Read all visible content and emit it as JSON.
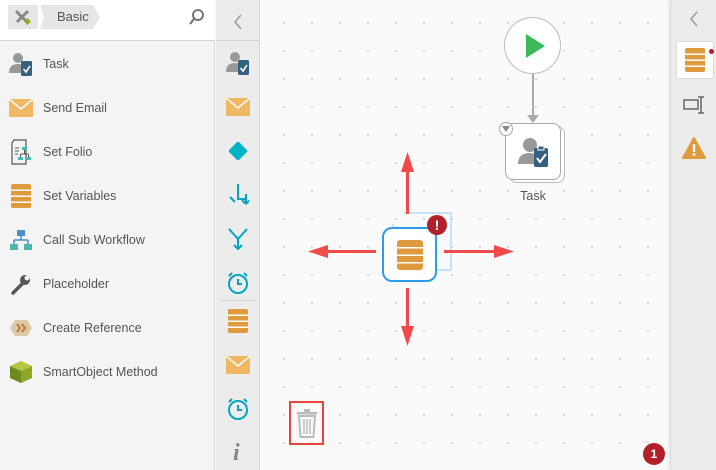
{
  "toolbox": {
    "category": "Basic",
    "items": [
      {
        "label": "Task",
        "icon": "task-icon"
      },
      {
        "label": "Send Email",
        "icon": "email-icon"
      },
      {
        "label": "Set Folio",
        "icon": "set-folio-icon"
      },
      {
        "label": "Set Variables",
        "icon": "set-variables-icon"
      },
      {
        "label": "Call Sub Workflow",
        "icon": "sub-workflow-icon"
      },
      {
        "label": "Placeholder",
        "icon": "wrench-icon"
      },
      {
        "label": "Create Reference",
        "icon": "reference-icon"
      },
      {
        "label": "SmartObject Method",
        "icon": "smartobject-icon"
      }
    ]
  },
  "canvas": {
    "task_node_label": "Task",
    "error_badge": "!",
    "notification_count": "1"
  },
  "colors": {
    "accent": "#2d9be8",
    "arrow": "#f04a4a",
    "error": "#b3202a",
    "orange": "#e09a3e",
    "teal": "#00b4c8"
  }
}
